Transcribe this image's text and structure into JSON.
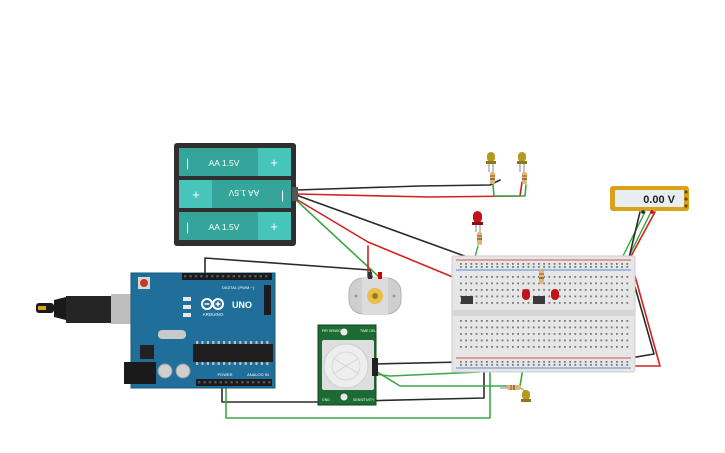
{
  "battery": {
    "cells": [
      {
        "label": "AA 1.5V",
        "minus": "|",
        "plus": "+"
      },
      {
        "label": "AA 1.5V",
        "minus": "|",
        "plus": "+"
      },
      {
        "label": "AA 1.5V",
        "minus": "|",
        "plus": "+"
      }
    ]
  },
  "multimeter": {
    "reading": "0.00 V"
  },
  "arduino": {
    "logo": "UNO",
    "brand": "ARDUINO",
    "digital_label": "DIGITAL (PWM ~)",
    "power_label": "POWER",
    "analog_label": "ANALOG IN"
  },
  "pir_sensor": {
    "top_left": "PIR SENSOR",
    "top_right": "TIME DELAY",
    "bottom_left": "GND",
    "bottom_right": "SENSITIVITY"
  },
  "colors": {
    "wire_black": "#2b2b2b",
    "wire_red": "#d32020",
    "wire_green": "#3aa845",
    "battery_teal": "#3aa6a0",
    "arduino_blue": "#1f6f9a",
    "pir_green": "#1c6b32",
    "multimeter_gold": "#d9a21b",
    "led_red": "#c0141b",
    "led_yellow": "#b59a22"
  }
}
